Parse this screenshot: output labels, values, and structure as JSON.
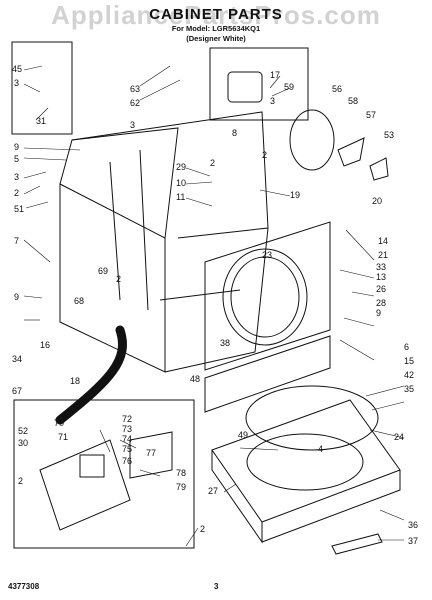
{
  "watermark": "AppliancePartsPros.com",
  "header": {
    "title": "CABINET PARTS",
    "model_line": "For Model: LGR5634KQ1",
    "color_line": "(Designer White)"
  },
  "footer": {
    "doc_number": "4377308",
    "page_number": "3"
  },
  "callouts": {
    "n2": "2",
    "n3": "3",
    "n4": "4",
    "n5": "5",
    "n6": "6",
    "n7": "7",
    "n8": "8",
    "n9": "9",
    "n10": "10",
    "n11": "11",
    "n13": "13",
    "n14": "14",
    "n15": "15",
    "n16": "16",
    "n17": "17",
    "n18": "18",
    "n19": "19",
    "n20": "20",
    "n21": "21",
    "n23": "23",
    "n24": "24",
    "n26": "26",
    "n27": "27",
    "n28": "28",
    "n29": "29",
    "n30": "30",
    "n31": "31",
    "n33": "33",
    "n34": "34",
    "n35": "35",
    "n36": "36",
    "n37": "37",
    "n38": "38",
    "n42": "42",
    "n45": "45",
    "n48": "48",
    "n49": "49",
    "n51": "51",
    "n52": "52",
    "n53": "53",
    "n56": "56",
    "n57": "57",
    "n58": "58",
    "n59": "59",
    "n62": "62",
    "n63": "63",
    "n67": "67",
    "n68": "68",
    "n69": "69",
    "n70": "70",
    "n71": "71",
    "n72": "72",
    "n73": "73",
    "n74": "74",
    "n75": "75",
    "n76": "76",
    "n77": "77",
    "n78": "78",
    "n79": "79"
  }
}
